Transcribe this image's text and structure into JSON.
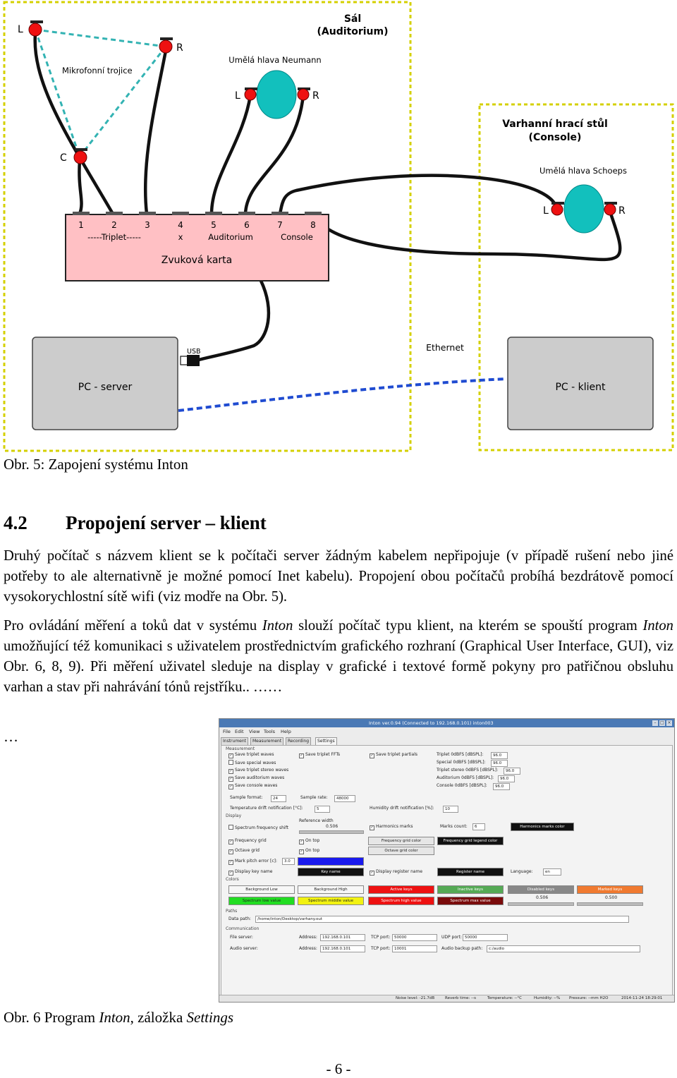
{
  "diagram": {
    "hall_title": [
      "Sál",
      "(Auditorium)"
    ],
    "mic_triplet": "Mikrofonní trojice",
    "neumann": "Umělá hlava Neumann",
    "console_title": [
      "Varhanní hrací stůl",
      "(Console)"
    ],
    "schoeps": "Umělá hlava Schoeps",
    "mic_L": "L",
    "mic_R": "R",
    "mic_C": "C",
    "head_L": "L",
    "head_R": "R",
    "head2_L": "L",
    "head2_R": "R",
    "channels": [
      "1",
      "2",
      "3",
      "4",
      "5",
      "6",
      "7",
      "8"
    ],
    "channel_groups": [
      "-----Triplet-----",
      "x",
      "Auditorium",
      "Console"
    ],
    "soundcard": "Zvuková karta",
    "usb": "USB",
    "ethernet": "Ethernet",
    "pc_server": "PC - server",
    "pc_client": "PC - klient",
    "colors": {
      "hall_border": "#d4d000",
      "soundcard_fill": "#ffc0c4",
      "pc_fill": "#cccccc",
      "wifi_line": "#1f4bd1",
      "triplet_line": "#33b3b3",
      "head_fill": "#12c0bd",
      "mic_fill": "#ee1111"
    }
  },
  "caption1": "Obr. 5: Zapojení systému Inton",
  "heading": {
    "number": "4.2",
    "title": "Propojení server – klient"
  },
  "para1": "Druhý počítač s názvem klient se k počítači server žádným kabelem nepřipojuje (v případě rušení nebo jiné potřeby to ale alternativně je možné pomocí Inet kabelu). Propojení obou počítačů probíhá bezdrátově pomocí vysokorychlostní sítě wifi (viz modře na Obr. 5).",
  "para2": {
    "a": "Pro ovládání měření a toků dat v systému ",
    "inton1": "Inton",
    "b": " slouží počítač typu klient, na kterém se spouští program ",
    "inton2": "Inton",
    "c": " umožňující též komunikaci s uživatelem prostřednictvím grafického rozhraní (Graphical User Interface, GUI), viz Obr. 6, 8, 9). Při měření uživatel sleduje na display v grafické i textové formě pokyny pro patřičnou obsluhu varhan a stav při nahrávání tónů rejstříku.. ……"
  },
  "ellipsis": "…",
  "screenshot": {
    "window_title": "Inton ver.0.94 (Connected to 192.168.0.101) inton003",
    "menu": [
      "File",
      "Edit",
      "View",
      "Tools",
      "Help"
    ],
    "tabs": [
      "Instrument",
      "Measurement",
      "Recording",
      "Settings"
    ],
    "measurement_group": "Measurement",
    "m_checks": [
      "Save triplet waves",
      "Save special waves",
      "Save triplet stereo waves",
      "Save auditorium waves",
      "Save console waves"
    ],
    "m_fft": "Save triplet FFTs",
    "m_partials": "Save triplet partials",
    "dbspl_labels": [
      "Triplet 0dBFS [dBSPL]:",
      "Special 0dBFS [dBSPL]:",
      "Triplet stereo 0dBFS [dBSPL]:",
      "Auditorium 0dBFS [dBSPL]:",
      "Console 0dBFS [dBSPL]:"
    ],
    "dbspl_values": [
      "96.0",
      "96.0",
      "96.0",
      "96.0",
      "96.0"
    ],
    "sample_format_label": "Sample format:",
    "sample_format": "24",
    "sample_rate_label": "Sample rate:",
    "sample_rate": "48000",
    "temp_label": "Temperature drift notification [°C]:",
    "temp": "5",
    "hum_label": "Humidity drift notification [%]:",
    "hum": "10",
    "display_group": "Display",
    "spectrum_shift": "Spectrum frequency shift",
    "ref_width": "Reference width",
    "ref_width_val": "0.506",
    "harmonics_marks": "Harmonics marks",
    "marks_count_label": "Marks count:",
    "marks_count": "6",
    "harmonics_color": "Harmonics marks color",
    "freq_grid": "Frequency grid",
    "on_top1": "On top",
    "freq_grid_color": "Frequency grid color",
    "freq_grid_legend": "Frequency grid legend color",
    "octave_grid": "Octave grid",
    "on_top2": "On top",
    "octave_grid_color": "Octave grid color",
    "mark_pitch": "Mark pitch error [c]:",
    "mark_pitch_val": "3.0",
    "display_key": "Display key name",
    "key_name": "Key name",
    "display_register": "Display register name",
    "register_name": "Register name",
    "language_label": "Language:",
    "language": "en",
    "colors_group": "Colors",
    "color_btns1": [
      "Background Low",
      "Background High",
      "Active keys",
      "Inactive keys",
      "Disabled keys",
      "Marked keys"
    ],
    "color_btns2": [
      "Spectrum low value",
      "Spectrum middle value",
      "Spectrum high value",
      "Spectrum max value"
    ],
    "slider_vals": [
      "0.506",
      "0.500"
    ],
    "paths_group": "Paths",
    "data_path_label": "Data path:",
    "data_path": "/home/inton/Desktop/varhany.out",
    "comm_group": "Communication",
    "file_server": "File server:",
    "audio_server": "Audio server:",
    "address_label": "Address:",
    "address1": "192.168.0.101",
    "address2": "192.168.0.101",
    "tcp_label": "TCP port:",
    "tcp1": "50000",
    "tcp2": "10001",
    "udp_label": "UDP port:",
    "udp": "50000",
    "backup_label": "Audio backup path:",
    "backup": "c:/audio",
    "status": [
      "Noise level: -21.7dB",
      "Reverb time: --s",
      "Temperature: --°C",
      "Humidity: --%",
      "Pressure: --mm H2O",
      "2014-11-24 18:29:01"
    ]
  },
  "caption2": {
    "a": "Obr. 6 Program ",
    "inton": "Inton",
    "b": ", záložka ",
    "settings": "Settings"
  },
  "page_number": "- 6 -"
}
